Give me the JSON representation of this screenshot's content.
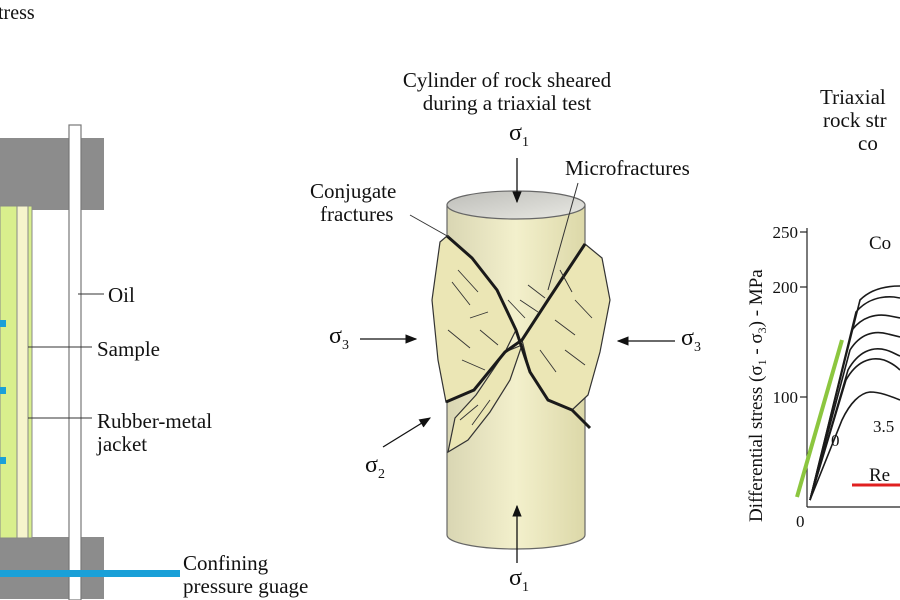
{
  "left_panel": {
    "cropped_title": "tress",
    "labels": {
      "oil": "Oil",
      "sample": "Sample",
      "jacket_line1": "Rubber-metal",
      "jacket_line2": "jacket",
      "gauge_line1": "Confining",
      "gauge_line2": "pressure guage"
    }
  },
  "middle_panel": {
    "title_line1": "Cylinder of rock sheared",
    "title_line2": "during a triaxial test",
    "conjugate_line1": "Conjugate",
    "conjugate_line2": "fractures",
    "microfractures": "Microfractures",
    "sigma_symbol": "σ",
    "sub_1": "1",
    "sub_2": "2",
    "sub_3": "3"
  },
  "right_panel": {
    "title_line1": "Triaxial",
    "title_line2": "rock str",
    "title_line3": "co",
    "ylabel_prefix": "Differential stress (σ",
    "ylabel_sub1": "1",
    "ylabel_mid": " - σ",
    "ylabel_sub3": "3",
    "ylabel_suffix": ") - MPa",
    "cropped_label_con": "Co",
    "cropped_label_reg": "Re",
    "curve_label_0": "0",
    "curve_label_35": "3.5",
    "axis_origin": "0",
    "colors": {
      "elastic_line": "#8cc63f",
      "region_line": "#e02020"
    }
  },
  "chart_data": {
    "type": "line",
    "xlabel": "",
    "ylabel": "Differential stress (σ1 - σ3) - MPa",
    "y_ticks": [
      100,
      200,
      250
    ],
    "origin_label": "0",
    "ylim": [
      0,
      250
    ],
    "series": []
  }
}
